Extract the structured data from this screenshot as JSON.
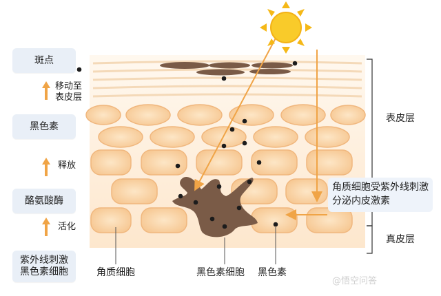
{
  "left_labels": {
    "spot": "斑点",
    "move_line1": "移动至",
    "move_line2": "表皮层",
    "melanin": "黑色素",
    "release": "释放",
    "tyrosinase": "酪氨酸酶",
    "activate": "活化",
    "trigger_line1": "紫外线刺激",
    "trigger_line2": "黑色素细胞"
  },
  "bottom_labels": {
    "keratinocyte": "角质细胞",
    "melanocyte": "黑色素细胞",
    "melanin": "黑色素"
  },
  "layers": {
    "epidermis": "表皮层",
    "dermis": "真皮层"
  },
  "note": {
    "line1": "角质细胞受紫外线刺激",
    "line2": "分泌内皮激素"
  },
  "watermark": "@悟空问答",
  "colors": {
    "cell_fill": "#f7d2a8",
    "cell_border": "#f0b77e",
    "arrow": "#f0a446",
    "sun": "#f7c21a",
    "melanocyte": "#7a5b47"
  }
}
